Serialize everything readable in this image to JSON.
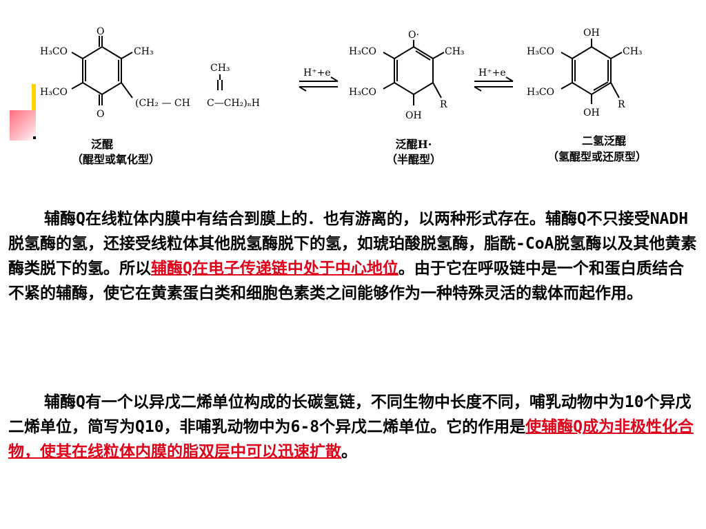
{
  "diagram": {
    "captions": {
      "left_name": "泛醌",
      "left_form": "（醌型或氧化型）",
      "middle_name": "泛醌H·",
      "middle_form": "（半醌型）",
      "right_name": "二氢泛醌",
      "right_form": "（氢醌型或还原型）"
    },
    "reaction_labels": {
      "arrow1": "H⁺+e",
      "arrow2": "H⁺+e"
    },
    "groups": {
      "oxo": "O",
      "radical_o": "O·",
      "oh": "OH",
      "methoxy": "H₃CO",
      "methyl": "CH₃",
      "r": "R",
      "side_chain_start": "(CH₂ — CH",
      "side_chain_end": "C—CH₂)ₙH",
      "side_methyl": "CH₃"
    }
  },
  "paragraph1": {
    "text_a": "辅酶Q在线粒体内膜中有结合到膜上的．也有游离的，以两种形式存在。辅酶Q不只接受NADH脱氢酶的氢，还接受线粒体其他脱氢酶脱下的氢，如琥珀酸脱氢酶，脂酰-CoA脱氢酶以及其他黄素酶类脱下的氢。所以",
    "highlight": "辅酶Q在电子传递链中处于中心地位",
    "text_b": "。由于它在呼吸链中是一个和蛋白质结合不紧的辅酶，使它在黄素蛋白类和细胞色素类之间能够作为一种特殊灵活的载体而起作用。"
  },
  "paragraph2": {
    "text_a": "辅酶Q有一个以异戊二烯单位构成的长碳氢链，不同生物中长度不同，哺乳动物中为10个异戊二烯单位，简写为Q10，非哺乳动物中为6-8个异戊二烯单位。它的作用是",
    "highlight": "使辅酶Q成为非极性化合物，使其在线粒体内膜的脂双层中可以迅速扩散",
    "text_c": "。"
  }
}
